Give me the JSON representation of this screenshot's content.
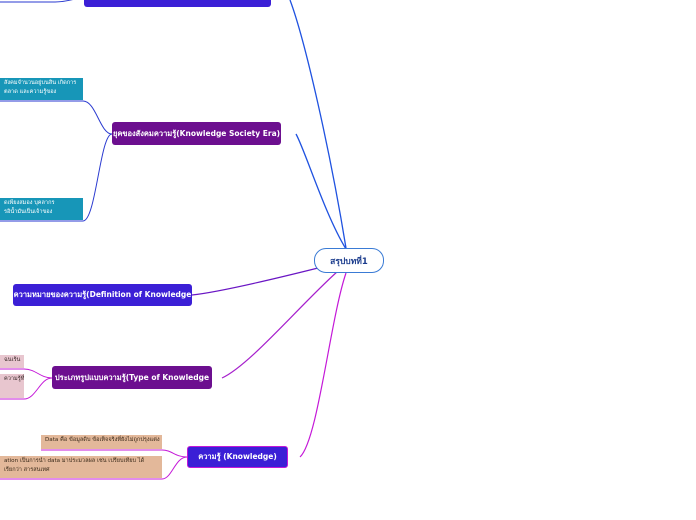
{
  "root": {
    "label": "สรุปบทที่1"
  },
  "branches": {
    "era": {
      "label": "ยุคของสังคมความรู้(Knowledge Society Era)"
    },
    "definition": {
      "label": "ความหมายของความรู้(Definition of Knowledge"
    },
    "types": {
      "label": "ประเภทรูปแบบความรู้(Type of Knowledge"
    },
    "knowledge": {
      "label": "ความรู้ (Knowledge)"
    }
  },
  "leaves": {
    "era_1": {
      "line1": "สังคมจำนวนอยู่บนสิน เกิดการ",
      "line2": "ตลาด และความรู้ของ"
    },
    "era_2": {
      "line1": "ดเพียงสมอง บุคลากร",
      "line2": "รอิน้ำมันเป็นเจ้าของ"
    },
    "types_1": {
      "line1": "ฉนเร้น"
    },
    "types_2": {
      "line1": "ความรู้ที่"
    },
    "knowledge_1": {
      "line1": "Data คือ ข้อมูลดิบ ข้อเท็จจริงที่ยังไม่ถูกปรุงแต่ง"
    },
    "knowledge_2": {
      "line1": "ation เป็นการนำ data มาประมวลผล เช่น เปรียบเทียบ ได้",
      "line2": "เรียกว่า สารสนเทศ"
    }
  },
  "colors": {
    "root_border": "#3a7bd5",
    "top_node": "#3b1fd6",
    "era_node": "#6c0f8f",
    "definition_node": "#3b1fd6",
    "types_node": "#6c0f8f",
    "knowledge_node": "#3b1fd6",
    "link_blue": "#1f52e0",
    "link_purple": "#6a16c4",
    "link_magenta": "#c418d8"
  }
}
